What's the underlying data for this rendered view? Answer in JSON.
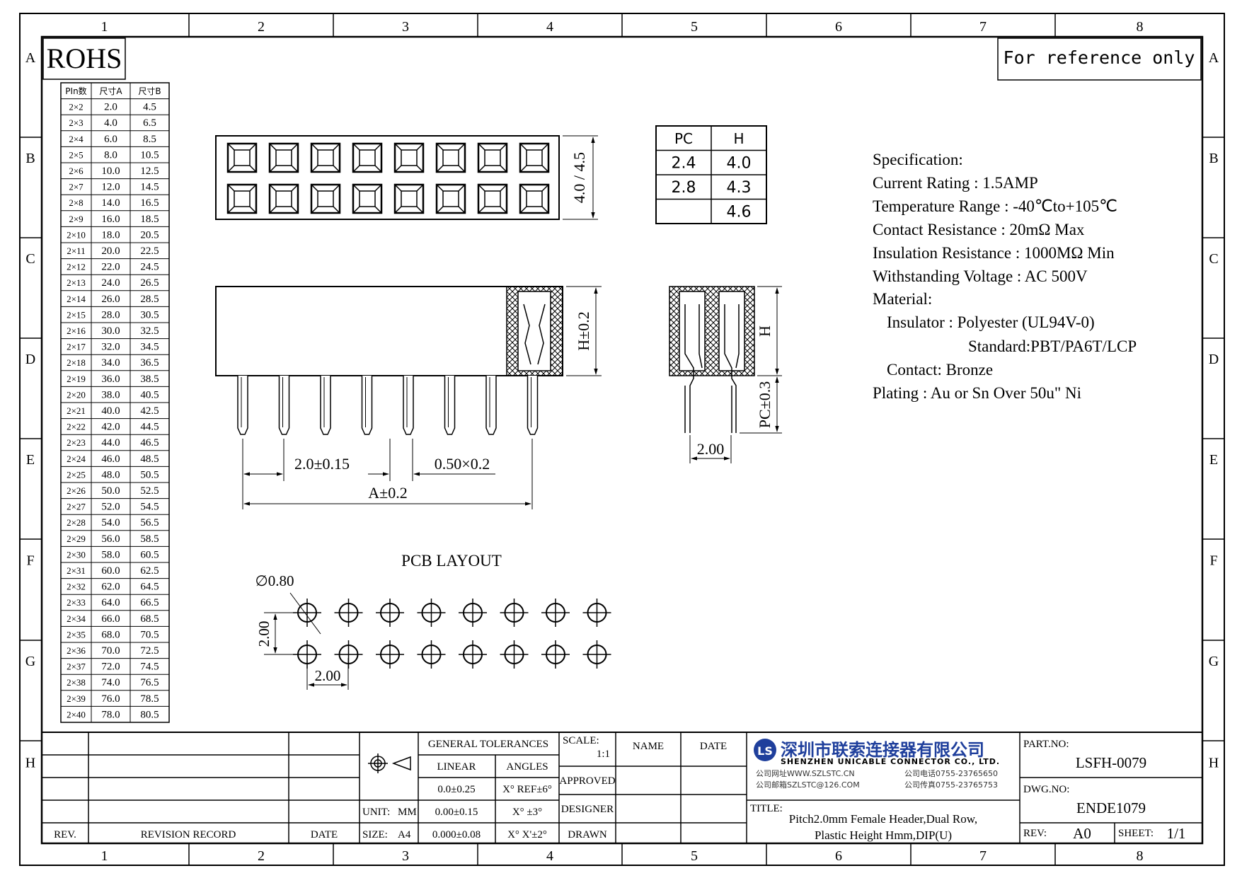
{
  "badges": {
    "rohs": "ROHS",
    "reference": "For reference only"
  },
  "grid": {
    "columns": [
      "1",
      "2",
      "3",
      "4",
      "5",
      "6",
      "7",
      "8"
    ],
    "rows": [
      "A",
      "B",
      "C",
      "D",
      "E",
      "F",
      "G",
      "H"
    ]
  },
  "pin_table": {
    "headers": [
      "PIn数",
      "尺寸A",
      "尺寸B"
    ],
    "rows": [
      [
        "2×2",
        "2.0",
        "4.5"
      ],
      [
        "2×3",
        "4.0",
        "6.5"
      ],
      [
        "2×4",
        "6.0",
        "8.5"
      ],
      [
        "2×5",
        "8.0",
        "10.5"
      ],
      [
        "2×6",
        "10.0",
        "12.5"
      ],
      [
        "2×7",
        "12.0",
        "14.5"
      ],
      [
        "2×8",
        "14.0",
        "16.5"
      ],
      [
        "2×9",
        "16.0",
        "18.5"
      ],
      [
        "2×10",
        "18.0",
        "20.5"
      ],
      [
        "2×11",
        "20.0",
        "22.5"
      ],
      [
        "2×12",
        "22.0",
        "24.5"
      ],
      [
        "2×13",
        "24.0",
        "26.5"
      ],
      [
        "2×14",
        "26.0",
        "28.5"
      ],
      [
        "2×15",
        "28.0",
        "30.5"
      ],
      [
        "2×16",
        "30.0",
        "32.5"
      ],
      [
        "2×17",
        "32.0",
        "34.5"
      ],
      [
        "2×18",
        "34.0",
        "36.5"
      ],
      [
        "2×19",
        "36.0",
        "38.5"
      ],
      [
        "2×20",
        "38.0",
        "40.5"
      ],
      [
        "2×21",
        "40.0",
        "42.5"
      ],
      [
        "2×22",
        "42.0",
        "44.5"
      ],
      [
        "2×23",
        "44.0",
        "46.5"
      ],
      [
        "2×24",
        "46.0",
        "48.5"
      ],
      [
        "2×25",
        "48.0",
        "50.5"
      ],
      [
        "2×26",
        "50.0",
        "52.5"
      ],
      [
        "2×27",
        "52.0",
        "54.5"
      ],
      [
        "2×28",
        "54.0",
        "56.5"
      ],
      [
        "2×29",
        "56.0",
        "58.5"
      ],
      [
        "2×30",
        "58.0",
        "60.5"
      ],
      [
        "2×31",
        "60.0",
        "62.5"
      ],
      [
        "2×32",
        "62.0",
        "64.5"
      ],
      [
        "2×33",
        "64.0",
        "66.5"
      ],
      [
        "2×34",
        "66.0",
        "68.5"
      ],
      [
        "2×35",
        "68.0",
        "70.5"
      ],
      [
        "2×36",
        "70.0",
        "72.5"
      ],
      [
        "2×37",
        "72.0",
        "74.5"
      ],
      [
        "2×38",
        "74.0",
        "76.5"
      ],
      [
        "2×39",
        "76.0",
        "78.5"
      ],
      [
        "2×40",
        "78.0",
        "80.5"
      ]
    ]
  },
  "pc_h_table": {
    "headers": [
      "PC",
      "H"
    ],
    "rows": [
      [
        "2.4",
        "4.0"
      ],
      [
        "2.8",
        "4.3"
      ],
      [
        "",
        "4.6"
      ]
    ]
  },
  "dimensions": {
    "width": "4.0 / 4.5",
    "height": "H±0.2",
    "pitch": "2.0±0.15",
    "pin_size": "0.50×0.2",
    "length": "A±0.2",
    "side_h": "H",
    "side_pc": "PC±0.3",
    "side_pitch": "2.00",
    "pcb_hole": "∅0.80",
    "pcb_pitch_v": "2.00",
    "pcb_pitch_h": "2.00"
  },
  "pcb_layout_label": "PCB LAYOUT",
  "specification": {
    "title": "Specification:",
    "lines": [
      "Current Rating : 1.5AMP",
      "Temperature Range : -40℃to+105℃",
      "Contact Resistance : 20mΩ Max",
      "Insulation Resistance : 1000MΩ Min",
      "Withstanding Voltage : AC 500V",
      "Material:"
    ],
    "insulator": "Insulator : Polyester (UL94V-0)",
    "standard": "Standard:PBT/PA6T/LCP",
    "contact": "Contact: Bronze",
    "plating": "Plating : Au or Sn Over 50u\" Ni"
  },
  "title_block": {
    "rev_label": "REV.",
    "revision_record": "REVISION RECORD",
    "date_label": "DATE",
    "unit_label": "UNIT:",
    "unit_value": "MM",
    "size_label": "SIZE:",
    "size_value": "A4",
    "general_tolerances": "GENERAL TOLERANCES",
    "linear": "LINEAR",
    "angles": "ANGLES",
    "tol_linear": [
      "0.0±0.25",
      "0.00±0.15",
      "0.000±0.08"
    ],
    "tol_angles": [
      "X° REF±6°",
      "X° ±3°",
      "X° X'±2°"
    ],
    "scale_label": "SCALE:",
    "scale_value": "1:1",
    "approved": "APPROVED",
    "designer": "DESIGNER",
    "drawn": "DRAWN",
    "name": "NAME",
    "date": "DATE",
    "company_cn": "深圳市联索连接器有限公司",
    "company_en": "SHENZHEN UNICABLE CONNECTOR CO., LTD.",
    "company_web": "公司网址WWW.SZLSTC.CN",
    "company_mail": "公司邮箱SZLSTC@126.COM",
    "company_tel": "公司电话0755-23765650",
    "company_fax": "公司传真0755-23765753",
    "title_label": "TITLE:",
    "title_line1": "Pitch2.0mm Female Header,Dual Row,",
    "title_line2": "Plastic Height Hmm,DIP(U)",
    "part_no_label": "PART.NO:",
    "part_no": "LSFH-0079",
    "dwg_no_label": "DWG.NO:",
    "dwg_no": "ENDE1079",
    "rev_value_label": "REV:",
    "rev_value": "A0",
    "sheet_label": "SHEET:",
    "sheet_value": "1/1"
  }
}
